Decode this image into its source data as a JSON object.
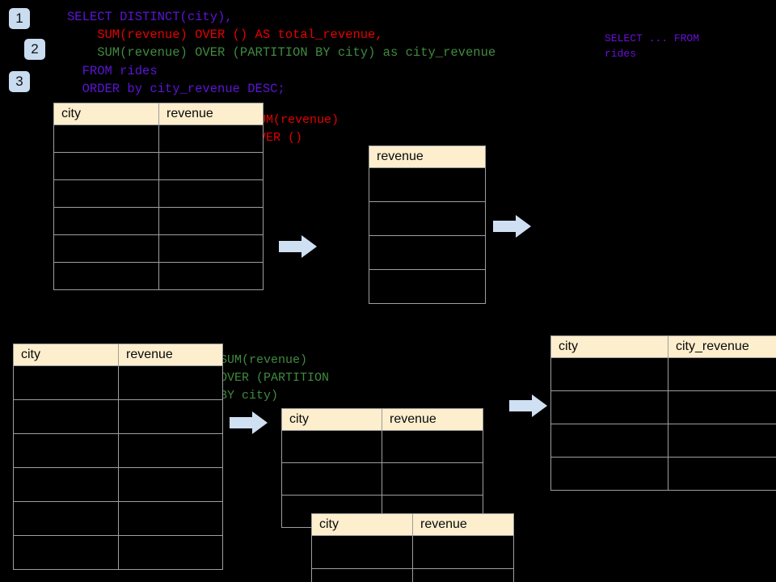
{
  "steps": [
    {
      "label": "1"
    },
    {
      "label": "2"
    },
    {
      "label": "3"
    }
  ],
  "colors": {
    "purple": "#5c15d6",
    "red": "#e50000",
    "green": "#3f8b3f",
    "header_bg": "#fdeecd",
    "arrow_fill": "#cfe0f3",
    "badge_bg": "#c9dcf0",
    "canvas_bg": "#000000",
    "grid_line": "#9e9e9e"
  },
  "query": {
    "line1": "SELECT DISTINCT(city),",
    "line2": "    SUM(revenue) OVER () AS total_revenue,",
    "line3": "    SUM(revenue) OVER (PARTITION BY city) as city_revenue",
    "line4": "  FROM rides",
    "line5": "  ORDER by city_revenue DESC;"
  },
  "annotations": {
    "select_from": "SELECT ... FROM\nrides",
    "sum_over_empty": "SUM(revenue)\nOVER ()",
    "sum_over_partition": "SUM(revenue)\nOVER (PARTITION\nBY city)"
  },
  "tables": {
    "source_top": {
      "headers": [
        "city",
        "revenue"
      ],
      "body_rows": 6
    },
    "total_revenue": {
      "headers": [
        "revenue"
      ],
      "body_rows": 4
    },
    "source_bottom": {
      "headers": [
        "city",
        "revenue"
      ],
      "body_rows": 6
    },
    "partition_a": {
      "headers": [
        "city",
        "revenue"
      ],
      "body_rows": 3
    },
    "partition_b": {
      "headers": [
        "city",
        "revenue"
      ],
      "body_rows": 2
    },
    "result": {
      "headers": [
        "city",
        "city_revenue"
      ],
      "body_rows": 4
    }
  },
  "arrows": [
    {
      "name": "arrow-source-to-total"
    },
    {
      "name": "arrow-total-to-result"
    },
    {
      "name": "arrow-source-to-partition"
    },
    {
      "name": "arrow-partition-to-result"
    }
  ]
}
